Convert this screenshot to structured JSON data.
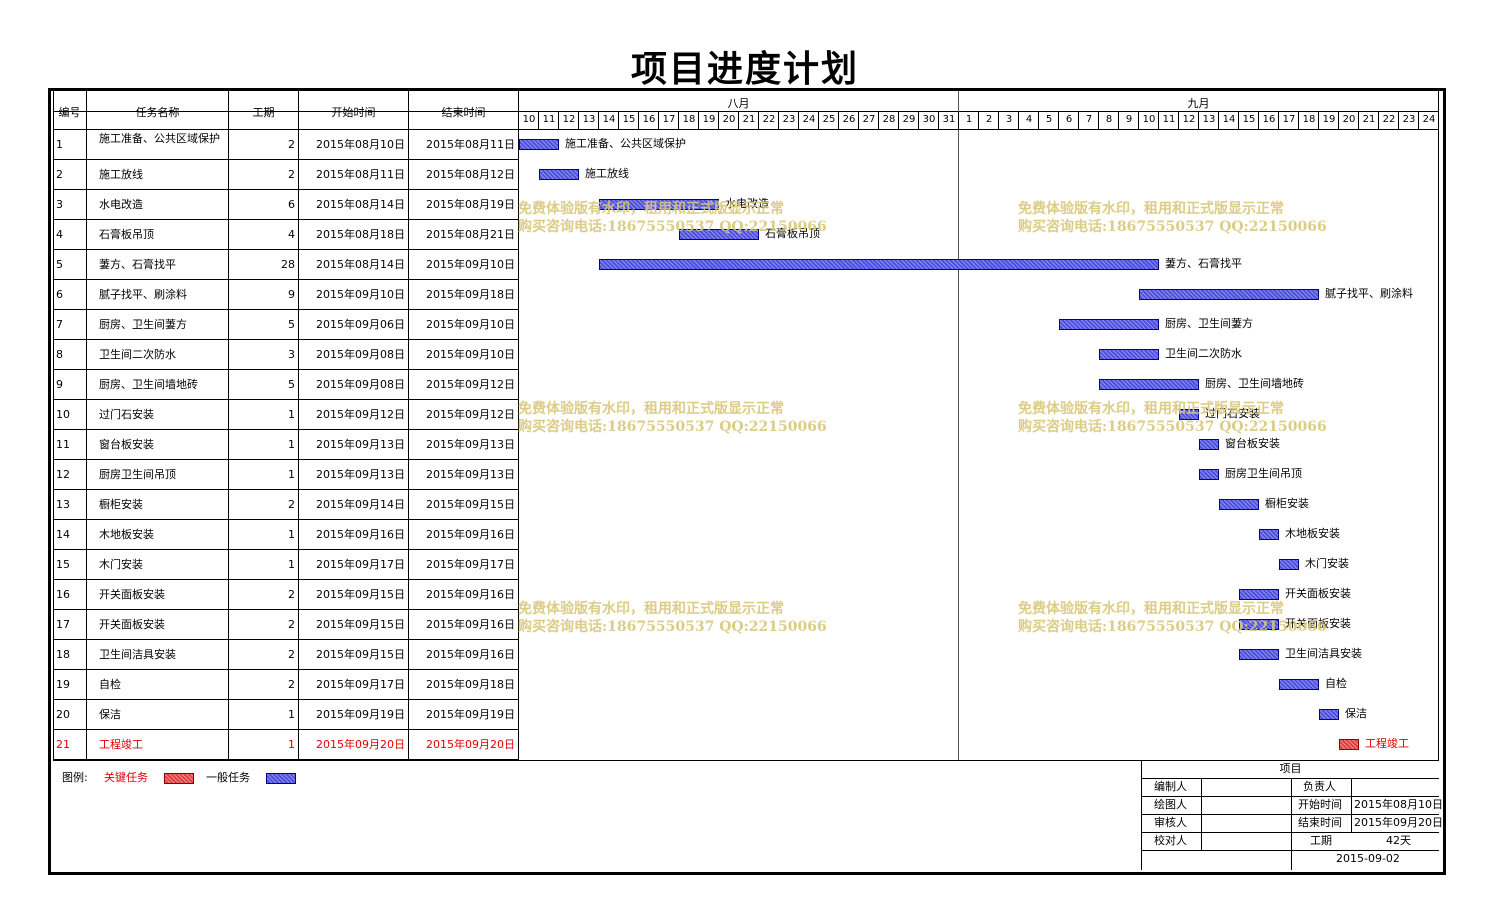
{
  "title": "项目进度计划",
  "headers": {
    "id": "编号",
    "name": "任务名称",
    "duration": "工期",
    "start": "开始时间",
    "end": "结束时间"
  },
  "months": [
    {
      "label": "八月",
      "days": [
        "10",
        "11",
        "12",
        "13",
        "14",
        "15",
        "16",
        "17",
        "18",
        "19",
        "20",
        "21",
        "22",
        "23",
        "24",
        "25",
        "26",
        "27",
        "28",
        "29",
        "30",
        "31"
      ]
    },
    {
      "label": "九月",
      "days": [
        "1",
        "2",
        "3",
        "4",
        "5",
        "6",
        "7",
        "8",
        "9",
        "10",
        "11",
        "12",
        "13",
        "14",
        "15",
        "16",
        "17",
        "18",
        "19",
        "20",
        "21",
        "22",
        "23",
        "24"
      ]
    }
  ],
  "tasks": [
    {
      "id": "1",
      "name": "施工准备、公共区域保护",
      "duration": "2",
      "start": "2015年08月10日",
      "end": "2015年08月11日",
      "offset": 0,
      "days": 2,
      "critical": false
    },
    {
      "id": "2",
      "name": "施工放线",
      "duration": "2",
      "start": "2015年08月11日",
      "end": "2015年08月12日",
      "offset": 1,
      "days": 2,
      "critical": false
    },
    {
      "id": "3",
      "name": "水电改造",
      "duration": "6",
      "start": "2015年08月14日",
      "end": "2015年08月19日",
      "offset": 4,
      "days": 6,
      "critical": false
    },
    {
      "id": "4",
      "name": "石膏板吊顶",
      "duration": "4",
      "start": "2015年08月18日",
      "end": "2015年08月21日",
      "offset": 8,
      "days": 4,
      "critical": false
    },
    {
      "id": "5",
      "name": "萋方、石膏找平",
      "duration": "28",
      "start": "2015年08月14日",
      "end": "2015年09月10日",
      "offset": 4,
      "days": 28,
      "critical": false
    },
    {
      "id": "6",
      "name": "腻子找平、刷涂料",
      "duration": "9",
      "start": "2015年09月10日",
      "end": "2015年09月18日",
      "offset": 31,
      "days": 9,
      "critical": false
    },
    {
      "id": "7",
      "name": "厨房、卫生间萋方",
      "duration": "5",
      "start": "2015年09月06日",
      "end": "2015年09月10日",
      "offset": 27,
      "days": 5,
      "critical": false
    },
    {
      "id": "8",
      "name": "卫生间二次防水",
      "duration": "3",
      "start": "2015年09月08日",
      "end": "2015年09月10日",
      "offset": 29,
      "days": 3,
      "critical": false
    },
    {
      "id": "9",
      "name": "厨房、卫生间墙地砖",
      "duration": "5",
      "start": "2015年09月08日",
      "end": "2015年09月12日",
      "offset": 29,
      "days": 5,
      "critical": false
    },
    {
      "id": "10",
      "name": "过门石安装",
      "duration": "1",
      "start": "2015年09月12日",
      "end": "2015年09月12日",
      "offset": 33,
      "days": 1,
      "critical": false
    },
    {
      "id": "11",
      "name": "窗台板安装",
      "duration": "1",
      "start": "2015年09月13日",
      "end": "2015年09月13日",
      "offset": 34,
      "days": 1,
      "critical": false
    },
    {
      "id": "12",
      "name": "厨房卫生间吊顶",
      "duration": "1",
      "start": "2015年09月13日",
      "end": "2015年09月13日",
      "offset": 34,
      "days": 1,
      "critical": false
    },
    {
      "id": "13",
      "name": "橱柜安装",
      "duration": "2",
      "start": "2015年09月14日",
      "end": "2015年09月15日",
      "offset": 35,
      "days": 2,
      "critical": false
    },
    {
      "id": "14",
      "name": "木地板安装",
      "duration": "1",
      "start": "2015年09月16日",
      "end": "2015年09月16日",
      "offset": 37,
      "days": 1,
      "critical": false
    },
    {
      "id": "15",
      "name": "木门安装",
      "duration": "1",
      "start": "2015年09月17日",
      "end": "2015年09月17日",
      "offset": 38,
      "days": 1,
      "critical": false
    },
    {
      "id": "16",
      "name": "开关面板安装",
      "duration": "2",
      "start": "2015年09月15日",
      "end": "2015年09月16日",
      "offset": 36,
      "days": 2,
      "critical": false
    },
    {
      "id": "17",
      "name": "开关面板安装",
      "duration": "2",
      "start": "2015年09月15日",
      "end": "2015年09月16日",
      "offset": 36,
      "days": 2,
      "critical": false
    },
    {
      "id": "18",
      "name": "卫生间洁具安装",
      "duration": "2",
      "start": "2015年09月15日",
      "end": "2015年09月16日",
      "offset": 36,
      "days": 2,
      "critical": false
    },
    {
      "id": "19",
      "name": "自检",
      "duration": "2",
      "start": "2015年09月17日",
      "end": "2015年09月18日",
      "offset": 38,
      "days": 2,
      "critical": false
    },
    {
      "id": "20",
      "name": "保洁",
      "duration": "1",
      "start": "2015年09月19日",
      "end": "2015年09月19日",
      "offset": 40,
      "days": 1,
      "critical": false
    },
    {
      "id": "21",
      "name": "工程竣工",
      "duration": "1",
      "start": "2015年09月20日",
      "end": "2015年09月20日",
      "offset": 41,
      "days": 1,
      "critical": true
    }
  ],
  "watermark": {
    "line1": "免费体验版有水印，租用和正式版显示正常",
    "line2": "购买咨询电话:18675550537 QQ:22150066"
  },
  "legend": {
    "label": "图例:",
    "critical": "关键任务",
    "normal": "一般任务",
    "critical_color": "#e04040",
    "normal_color": "#5050e0"
  },
  "signoff": {
    "project_label": "项目",
    "editor_label": "编制人",
    "owner_label": "负责人",
    "drawer_label": "绘图人",
    "start_label": "开始时间",
    "start_value": "2015年08月10日",
    "reviewer_label": "审核人",
    "end_label": "结束时间",
    "end_value": "2015年09月20日",
    "checker_label": "校对人",
    "duration_label": "工期",
    "duration_value": "42天",
    "date_value": "2015-09-02"
  }
}
